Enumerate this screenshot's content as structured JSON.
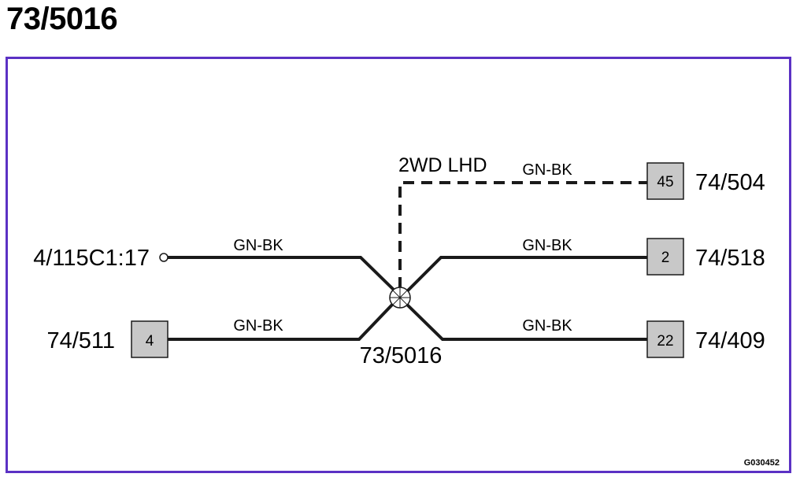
{
  "title": "73/5016",
  "splice": {
    "label": "73/5016"
  },
  "variant_label": "2WD LHD",
  "figure_code": "G030452",
  "connections": {
    "left_top": {
      "ref": "4/115C1:17",
      "wire": "GN-BK"
    },
    "left_bottom": {
      "ref": "74/511",
      "pin": "4",
      "wire": "GN-BK"
    },
    "right_dashed": {
      "ref": "74/504",
      "pin": "45",
      "wire": "GN-BK"
    },
    "right_middle": {
      "ref": "74/518",
      "pin": "2",
      "wire": "GN-BK"
    },
    "right_bottom": {
      "ref": "74/409",
      "pin": "22",
      "wire": "GN-BK"
    }
  },
  "colors": {
    "frame": "#5b31c4",
    "connector_fill": "#c8c8c8",
    "wire": "#1a1a1a"
  }
}
